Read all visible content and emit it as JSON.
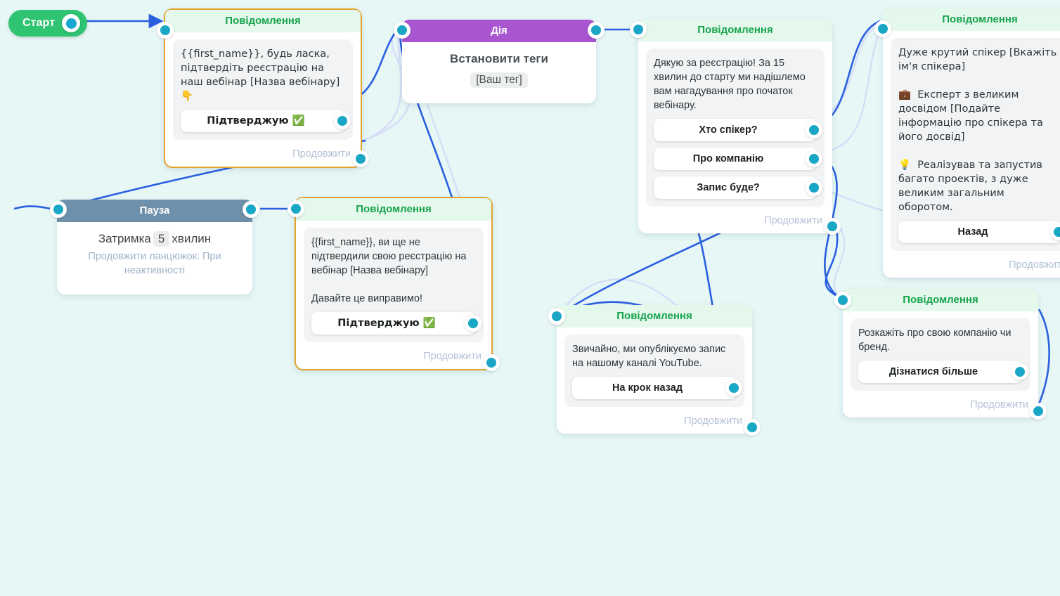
{
  "canvas": {
    "background_color": "#e6f7f6",
    "edge_color": "#2a5fe0",
    "edge_color_faded": "#cfd8f5",
    "port_color": "#1aa7c6",
    "selected_border_color": "#e2a32c"
  },
  "start": {
    "label": "Старт",
    "color": "#2ec471",
    "port_icon": "output-port-icon"
  },
  "labels": {
    "continue": "Продовжити"
  },
  "nodes": [
    {
      "id": "msg-confirm-1",
      "type": "message",
      "header": "Повідомлення",
      "selected": true,
      "text": "{{first_name}}, будь ласка, підтвердіть реєстрацію на наш вебінар [Назва вебінару] 👇",
      "buttons": [
        "Підтверджую ✅"
      ],
      "footer": "Продовжити"
    },
    {
      "id": "action-tags",
      "type": "action",
      "header": "Дія",
      "selected": false,
      "title": "Встановити теги",
      "tag": "[Ваш тег]"
    },
    {
      "id": "msg-thanks",
      "type": "message",
      "header": "Повідомлення",
      "selected": false,
      "text": "Дякую за реєстрацію! За 15 хвилин до старту ми надішлемо вам нагадування про початок вебінару.",
      "buttons": [
        "Хто спікер?",
        "Про компанію",
        "Запис буде?"
      ],
      "footer": "Продовжити"
    },
    {
      "id": "msg-speaker",
      "type": "message",
      "header": "Повідомлення",
      "selected": false,
      "text": "Дуже крутий спікер [Вкажіть ім'я спікера]\n\n💼  Експерт з великим досвідом [Подайте інформацію про спікера та його досвід]\n\n💡  Реалізував та запустив багато проектів, з дуже великим загальним оборотом.",
      "buttons": [
        "Назад"
      ],
      "footer": "Продовжити"
    },
    {
      "id": "pause-5min",
      "type": "pause",
      "header": "Пауза",
      "selected": false,
      "delay_prefix": "Затримка",
      "delay_value": "5",
      "delay_suffix": "хвилин",
      "subtitle": "Продовжити ланцюжок: При неактивності"
    },
    {
      "id": "msg-confirm-2",
      "type": "message",
      "header": "Повідомлення",
      "selected": true,
      "text": "{{first_name}}, ви ще не підтвердили свою реєстрацію на вебінар [Назва вебінару]\n\nДавайте це виправимо!",
      "buttons": [
        "Підтверджую ✅"
      ],
      "footer": "Продовжити"
    },
    {
      "id": "msg-youtube",
      "type": "message",
      "header": "Повідомлення",
      "selected": false,
      "text": "Звичайно, ми опублікуємо запис на нашому каналі YouTube.",
      "buttons": [
        "На крок назад"
      ],
      "footer": "Продовжити"
    },
    {
      "id": "msg-company",
      "type": "message",
      "header": "Повідомлення",
      "selected": false,
      "text": "Розкажіть про свою компанію чи бренд.",
      "buttons": [
        "Дізнатися більше"
      ],
      "footer": "Продовжити"
    }
  ]
}
